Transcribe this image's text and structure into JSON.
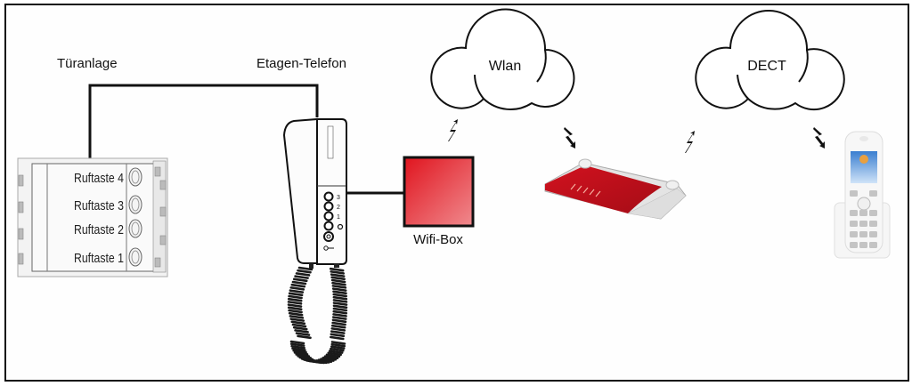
{
  "diagram": {
    "title": "Türanlage mit Etagen-Telefon, Wifi-Box, Wlan und DECT",
    "labels": {
      "door_station": "Türanlage",
      "floor_phone": "Etagen-Telefon",
      "wifi_box": "Wifi-Box",
      "wlan_cloud": "Wlan",
      "dect_cloud": "DECT"
    },
    "door_station_buttons": [
      {
        "label": "Ruftaste 4"
      },
      {
        "label": "Ruftaste 3"
      },
      {
        "label": "Ruftaste 2"
      },
      {
        "label": "Ruftaste 1"
      }
    ],
    "floor_phone_keys": [
      "3",
      "2",
      "1"
    ],
    "colors": {
      "wifi_box": "#e0141e",
      "router_red": "#c8101e",
      "router_body": "#e6e6e6",
      "line": "#111111"
    },
    "connections": [
      {
        "from": "door_station",
        "to": "floor_phone",
        "type": "wire"
      },
      {
        "from": "floor_phone",
        "to": "wifi_box",
        "type": "wire"
      },
      {
        "from": "wifi_box",
        "to": "wlan_cloud",
        "type": "radio"
      },
      {
        "from": "wlan_cloud",
        "to": "router",
        "type": "radio"
      },
      {
        "from": "router",
        "to": "dect_cloud",
        "type": "radio"
      },
      {
        "from": "dect_cloud",
        "to": "dect_handset",
        "type": "radio"
      }
    ]
  }
}
